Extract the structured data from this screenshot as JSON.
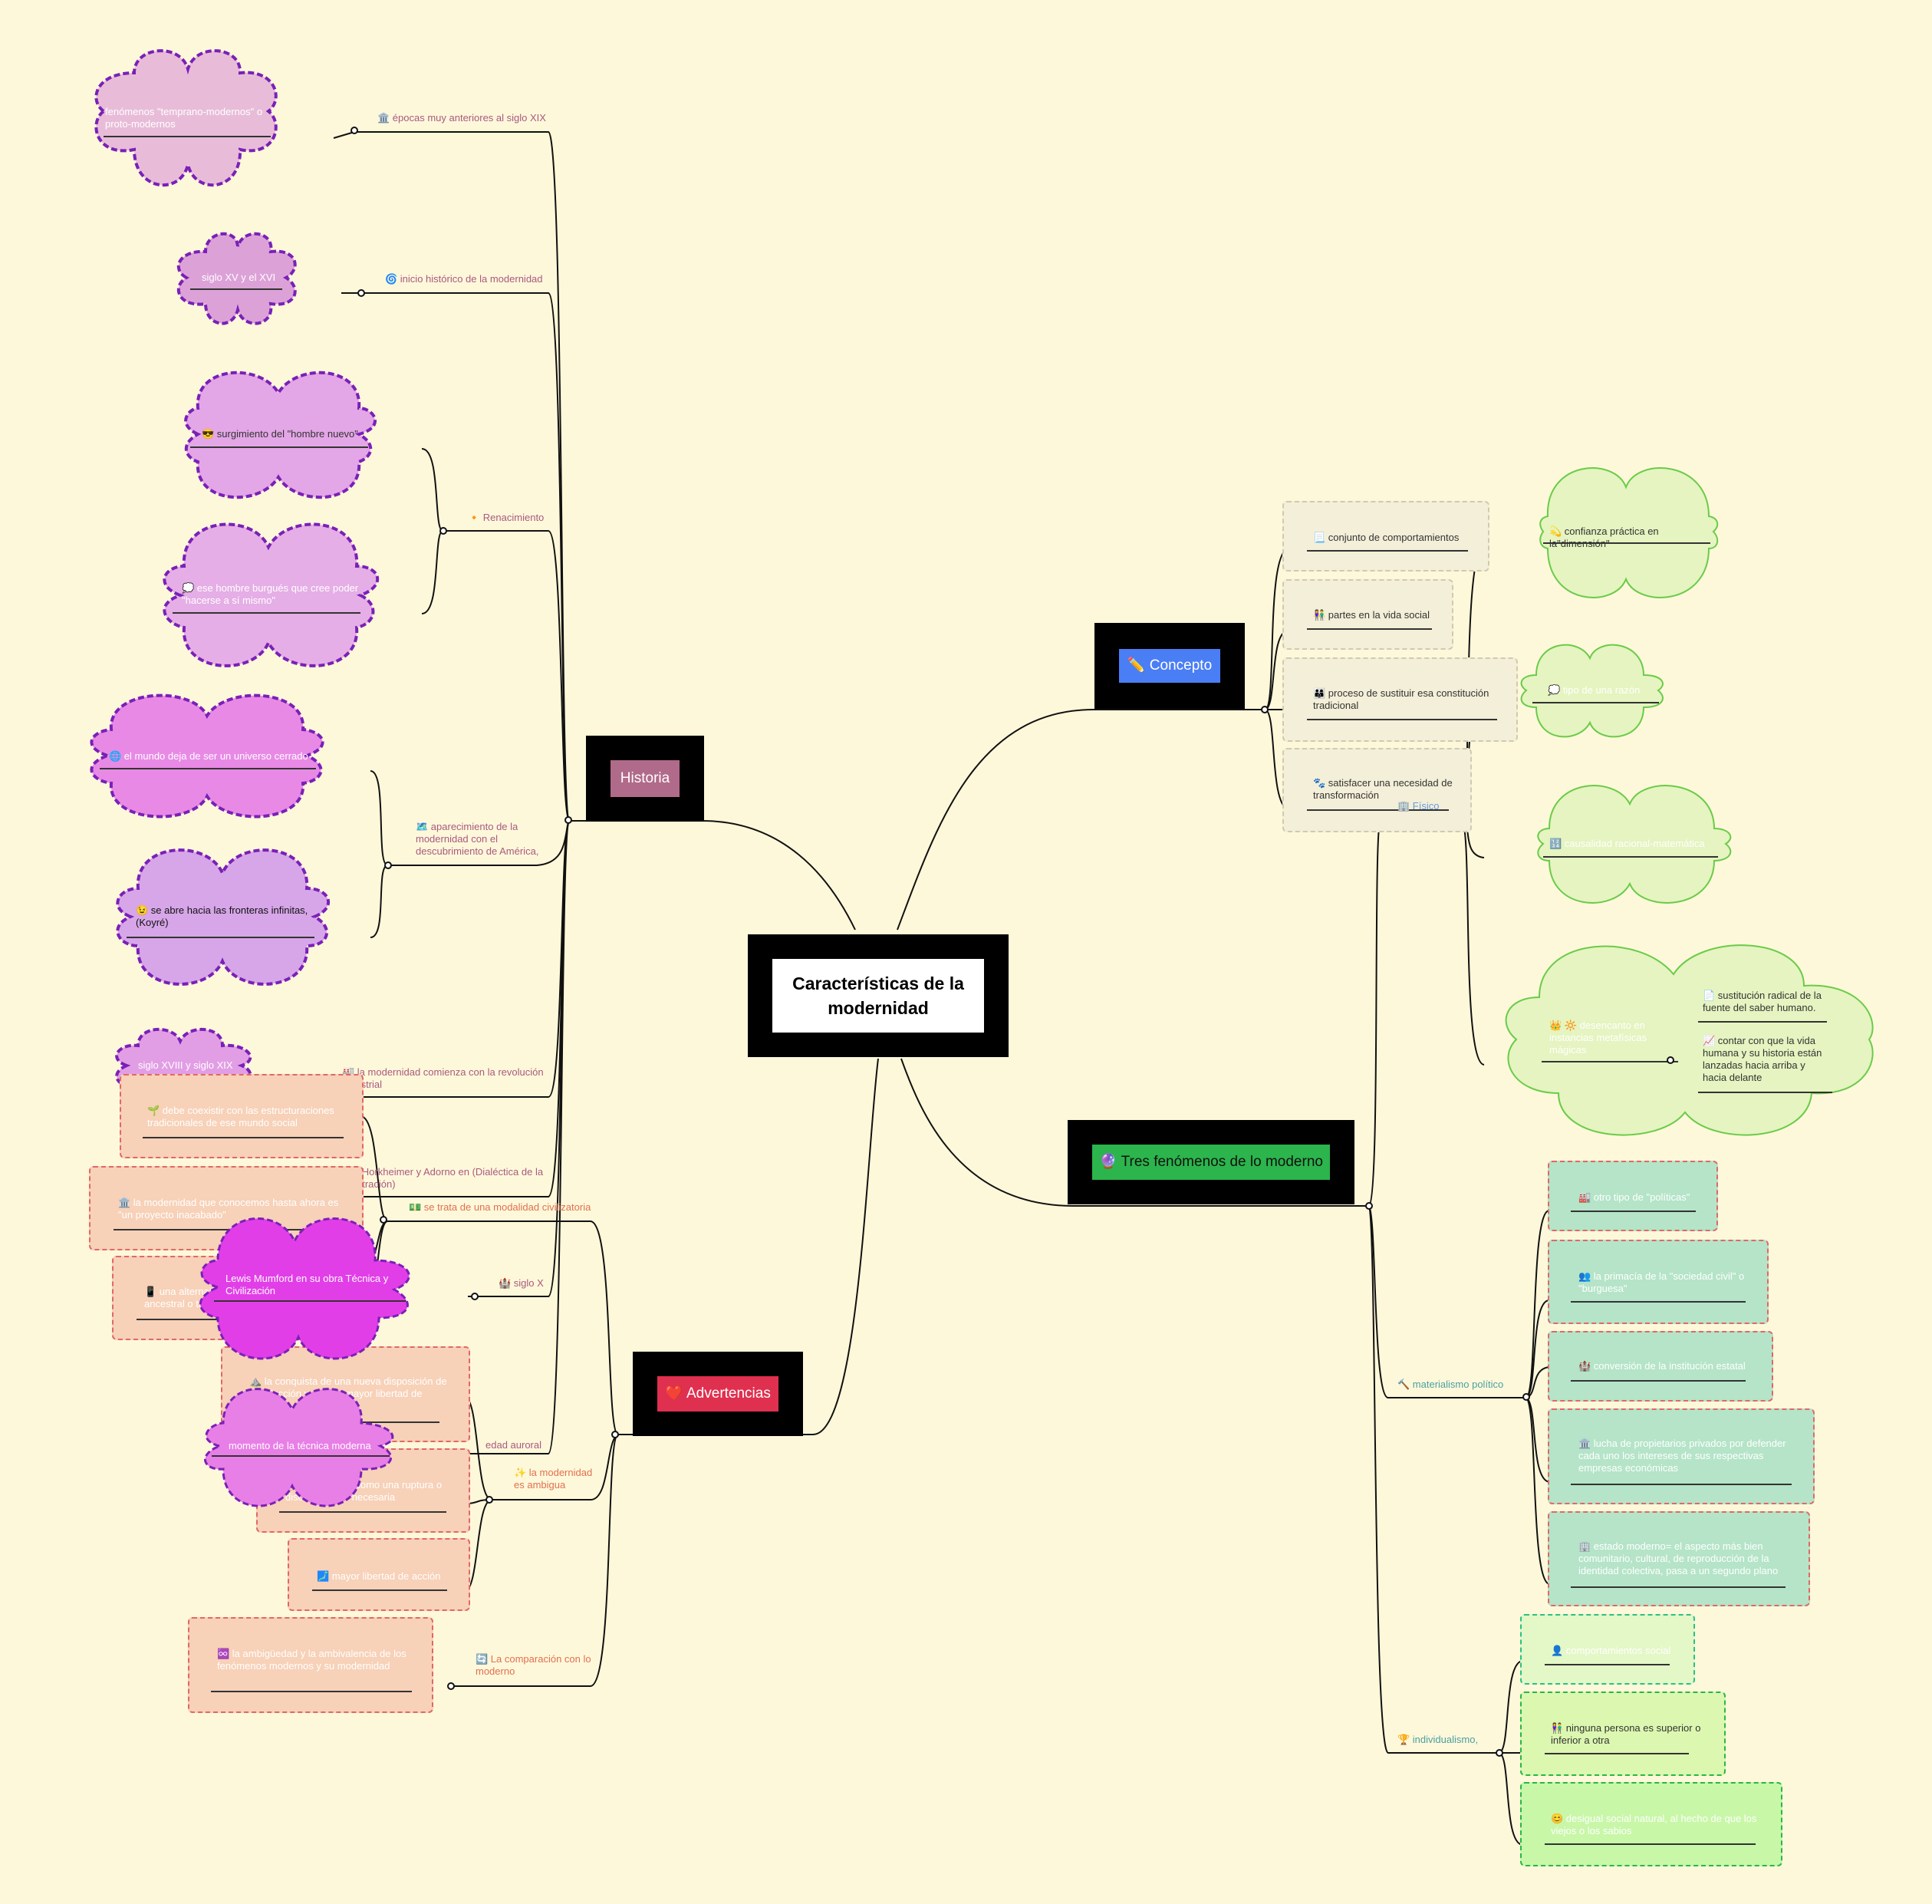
{
  "central": {
    "title": "Características de la modernidad"
  },
  "branches": {
    "historia": "Historia",
    "concepto": "✏️ Concepto",
    "tres": "🔮 Tres fenómenos de lo moderno",
    "advertencias": "❤️ Advertencias"
  },
  "historia": {
    "labels": {
      "epocas": "🏛️ épocas muy anteriores al siglo XIX",
      "inicio": "🌀 inicio histórico de la modernidad",
      "renacimiento": "🔸 Renacimiento",
      "aparecimiento": "🗺️ aparecimiento de la modernidad con el descubrimiento de América,",
      "revolucion": "🏭 la modernidad comienza con la revolución industrial",
      "horkheimer": "💭 Horkheimer y Adorno en (Dialéctica de la Ilustración)",
      "sigloX": "🏰 siglo X",
      "auroral": "edad auroral"
    },
    "clouds": {
      "protomodernos": "fenómenos \"temprano-modernos\" o proto-modernos",
      "siglo15": "siglo XV y el XVI",
      "hombre_nuevo": "😎 surgimiento del \"hombre nuevo\"",
      "burgues": "💭 ese hombre burgués que cree poder \"hacerse a sí mismo\"",
      "mundo": "🌐 el mundo deja de ser un universo cerrado",
      "fronteras": "😉 se abre hacia las fronteras infinitas, (Koyré)",
      "siglo18": "siglo XVIII y siglo XIX",
      "mumford": "Lewis Mumford en su obra Técnica y Civilización",
      "tecnica": "momento de la técnica moderna"
    }
  },
  "concepto": {
    "boxes": [
      "📃 conjunto de comportamientos",
      "👫 partes en la vida social",
      "👨‍👩‍👦 proceso de sustituir esa constitución tradicional",
      "🐾 satisfacer una necesidad de transformación"
    ],
    "fisico": "🏢 Físico",
    "clouds": {
      "confianza": "💫 confianza práctica en la\"dimensión\"",
      "razon": "💭 tipo de una razón",
      "causalidad": "🔢 causalidad racional-matemática",
      "desencanto": "👑 🔆 desencanto en instancias metafísicas mágicas",
      "sustitucion": "📄 sustitución radical de la fuente del saber humano.",
      "contar": "📈 contar con que la vida humana y su historia están lanzadas hacia arriba y hacia delante"
    }
  },
  "tres": {
    "materialismo": "🔨 materialismo político",
    "individualismo": "🏆 individualismo,",
    "mat_boxes": [
      "🏭 otro tipo de \"políticas\"",
      "👥 la primacía de la \"sociedad civil\" o \"burguesa\"",
      "🏰 conversión de la institución estatal",
      "🏛️ lucha de propietarios privados por defender cada uno los intereses de sus respectivas empresas económicas",
      "🏢 estado moderno= el aspecto más bien comunitario, cultural, de reproducción de la identidad colectiva, pasa a un segundo plano"
    ],
    "ind_boxes": [
      "👤 comportamientos social",
      "👫 ninguna persona es superior o inferior a otra",
      "😊 desigual social natural, al hecho de que los viejos o los sabios"
    ]
  },
  "advertencias": {
    "labels": {
      "civilizatoria": "💵 se trata de una modalidad civilizatoria",
      "ambigua": "✨ la modernidad es ambigua",
      "comparacion": "🔄 La comparación con lo moderno"
    },
    "boxes": {
      "coexistir": "🌱 debe coexistir con las estructuraciones tradicionales de ese mundo social",
      "inacabado": "🏛️ la modernidad que conocemos hasta ahora es \"un proyecto inacabado\"",
      "alternativa": "📱 una alternativa civilizatoria \"superior\" a la ancestral o tradicional",
      "conquista": "⛰️ la conquista de una nueva disposición de satisfacción y de una mayor libertad de acción.",
      "ruptura": "🍄 se presenta como una ruptura o discontinuidad necesaria",
      "libertad": "🗾 mayor libertad de acción",
      "ambiguedad": "♾️ la ambigüedad y la ambivalencia de los fenómenos modernos y su modernidad"
    }
  },
  "colors": {
    "background": "#fef8da",
    "historia_tag": "#b06a8a",
    "concepto_tag": "#4a7ef5",
    "tres_tag": "#2bb54c",
    "advertencias_tag": "#e0304f"
  }
}
